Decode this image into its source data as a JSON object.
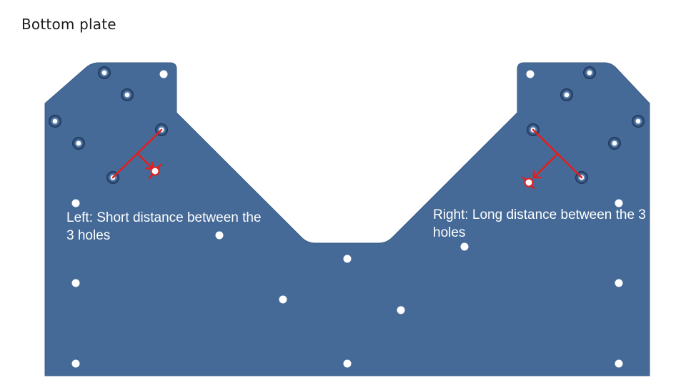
{
  "title": "Bottom plate",
  "annotations": {
    "left": {
      "line1": "Left: Short distance between the",
      "line2": "3 holes"
    },
    "right": "Right: Long distance between the 3 holes"
  },
  "colors": {
    "plate": "#456a97",
    "plate_edge": "#3c5d85",
    "hole": "#ffffff",
    "marker": "#e41e1e"
  }
}
